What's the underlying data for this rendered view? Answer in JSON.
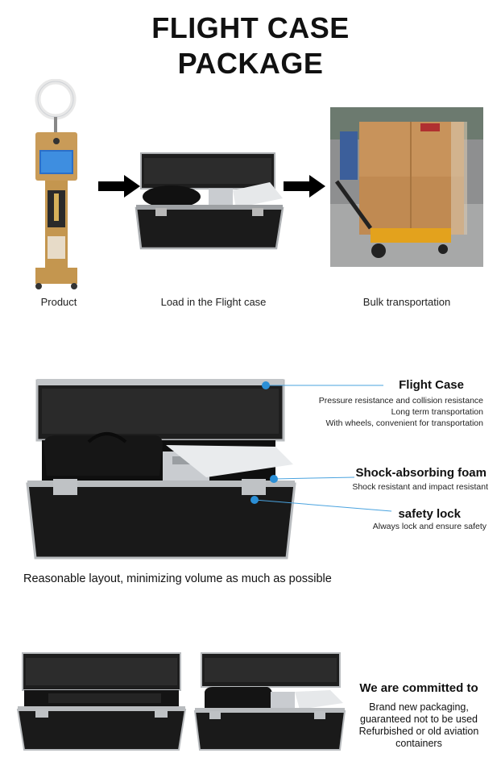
{
  "title": {
    "line1": "FLIGHT CASE",
    "line2": "PACKAGE"
  },
  "steps": [
    {
      "label": "Product"
    },
    {
      "label": "Load in the Flight case"
    },
    {
      "label": "Bulk transportation"
    }
  ],
  "features": {
    "flight_case": {
      "heading": "Flight Case",
      "lines": [
        "Pressure resistance and collision resistance",
        "Long term transportation",
        "With wheels, convenient for transportation"
      ]
    },
    "foam": {
      "heading": "Shock-absorbing foam",
      "lines": [
        "Shock resistant and impact resistant"
      ]
    },
    "lock": {
      "heading": "safety lock",
      "lines": [
        "Always lock and ensure safety"
      ]
    }
  },
  "layout_caption": "Reasonable layout, minimizing volume as much as possible",
  "commitment": {
    "heading": "We are committed to",
    "lines": [
      "Brand new packaging,",
      "guaranteed not to be used",
      "Refurbished or old aviation",
      "containers"
    ]
  },
  "colors": {
    "callout_line": "#4aa3df",
    "callout_dot": "#2b8fd6",
    "case_body": "#1c1c1c",
    "case_trim": "#b9bcbf",
    "arrow": "#000000"
  }
}
